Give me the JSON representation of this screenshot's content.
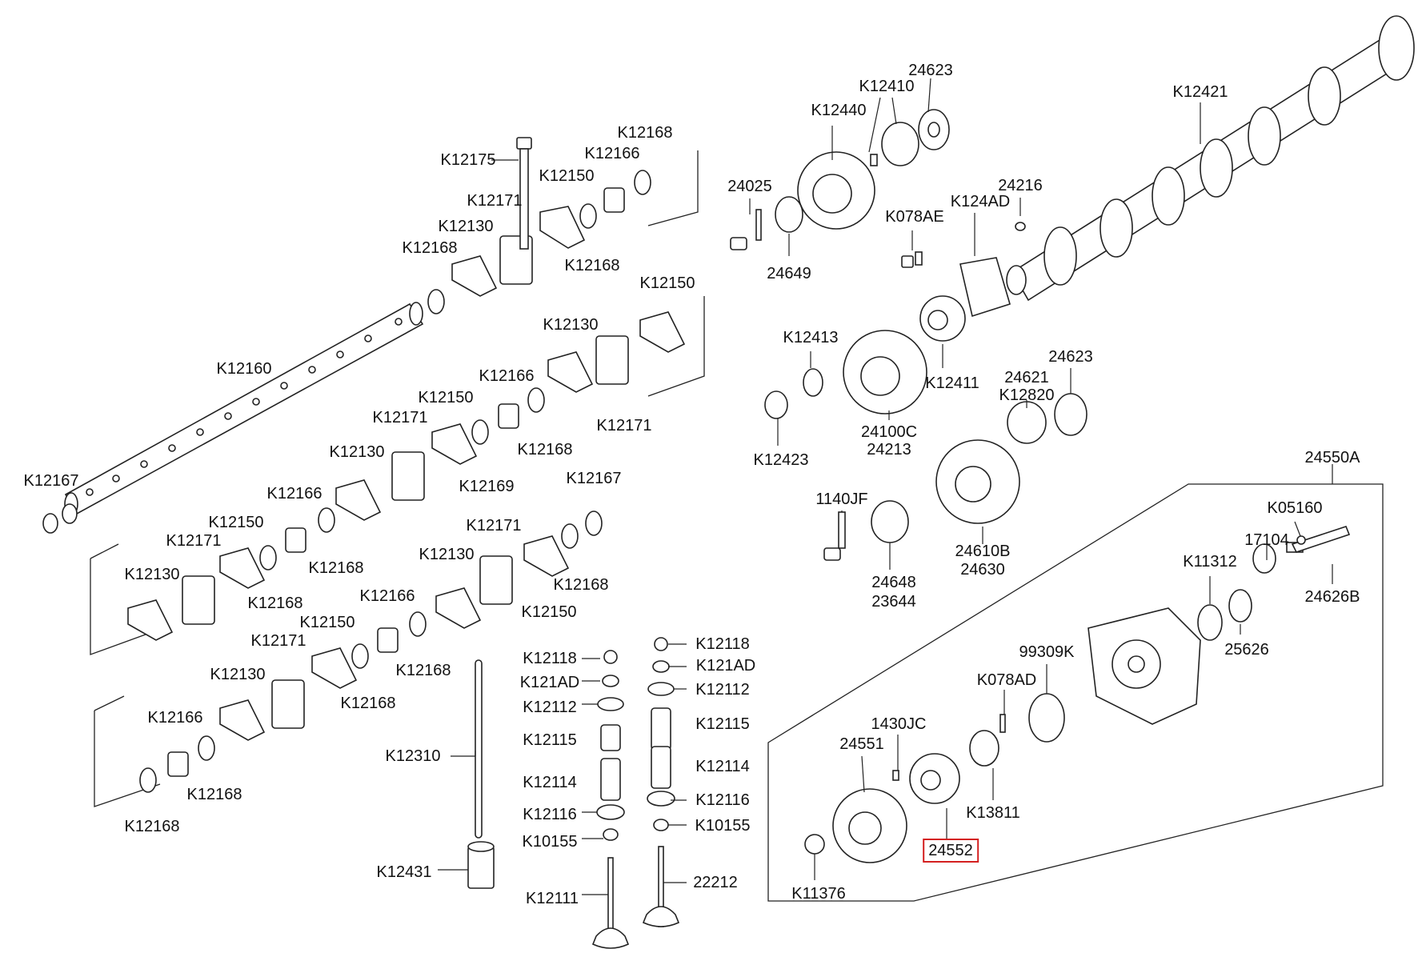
{
  "highlight_color": "#d42020",
  "selected_part": "24552",
  "labels": {
    "l_24623a": "24623",
    "l_K12410": "K12410",
    "l_K12421": "K12421",
    "l_K12440": "K12440",
    "l_24025": "24025",
    "l_24216": "24216",
    "l_K078AE": "K078AE",
    "l_K124AD": "K124AD",
    "l_24649": "24649",
    "l_K12413": "K12413",
    "l_K12411": "K12411",
    "l_24621": "24621",
    "l_24623b": "24623",
    "l_K12820": "K12820",
    "l_24100C": "24100C",
    "l_24213": "24213",
    "l_K12423": "K12423",
    "l_24550A": "24550A",
    "l_1140JF": "1140JF",
    "l_K05160": "K05160",
    "l_17104": "17104",
    "l_K11312": "K11312",
    "l_24626B": "24626B",
    "l_24610B": "24610B",
    "l_24630": "24630",
    "l_24648": "24648",
    "l_23644": "23644",
    "l_25626": "25626",
    "l_99309K": "99309K",
    "l_K078AD": "K078AD",
    "l_1430JC": "1430JC",
    "l_24551": "24551",
    "l_K13811": "K13811",
    "l_24552": "24552",
    "l_K11376": "K11376",
    "l_K12168a": "K12168",
    "l_K12166a": "K12166",
    "l_K12175": "K12175",
    "l_K12150a": "K12150",
    "l_K12171a": "K12171",
    "l_K12130a": "K12130",
    "l_K12168b": "K12168",
    "l_K12168c": "K12168",
    "l_K12150b": "K12150",
    "l_K12160": "K12160",
    "l_K12130b": "K12130",
    "l_K12166b": "K12166",
    "l_K12150c": "K12150",
    "l_K12171b": "K12171",
    "l_K12171c": "K12171",
    "l_K12168d": "K12168",
    "l_K12130c": "K12130",
    "l_K12169": "K12169",
    "l_K12167a": "K12167",
    "l_K12167b": "K12167",
    "l_K12166c": "K12166",
    "l_K12150d": "K12150",
    "l_K12171d": "K12171",
    "l_K12171e": "K12171",
    "l_K12130d": "K12130",
    "l_K12168e": "K12168",
    "l_K12168f": "K12168",
    "l_K12168g": "K12168",
    "l_K12130e": "K12130",
    "l_K12150e": "K12150",
    "l_K12166d": "K12166",
    "l_K12150f": "K12150",
    "l_K12171f": "K12171",
    "l_K12168h": "K12168",
    "l_K12130f": "K12130",
    "l_K12168i": "K12168",
    "l_K12166e": "K12166",
    "l_K12168j": "K12168",
    "l_K12168k": "K12168",
    "l_K12118a": "K12118",
    "l_K12118b": "K12118",
    "l_K121ADa": "K121AD",
    "l_K121ADb": "K121AD",
    "l_K12112a": "K12112",
    "l_K12112b": "K12112",
    "l_K12115a": "K12115",
    "l_K12115b": "K12115",
    "l_K12310": "K12310",
    "l_K12114a": "K12114",
    "l_K12114b": "K12114",
    "l_K12116a": "K12116",
    "l_K12116b": "K12116",
    "l_K10155a": "K10155",
    "l_K10155b": "K10155",
    "l_K12431": "K12431",
    "l_22212": "22212",
    "l_K12111": "K12111"
  }
}
